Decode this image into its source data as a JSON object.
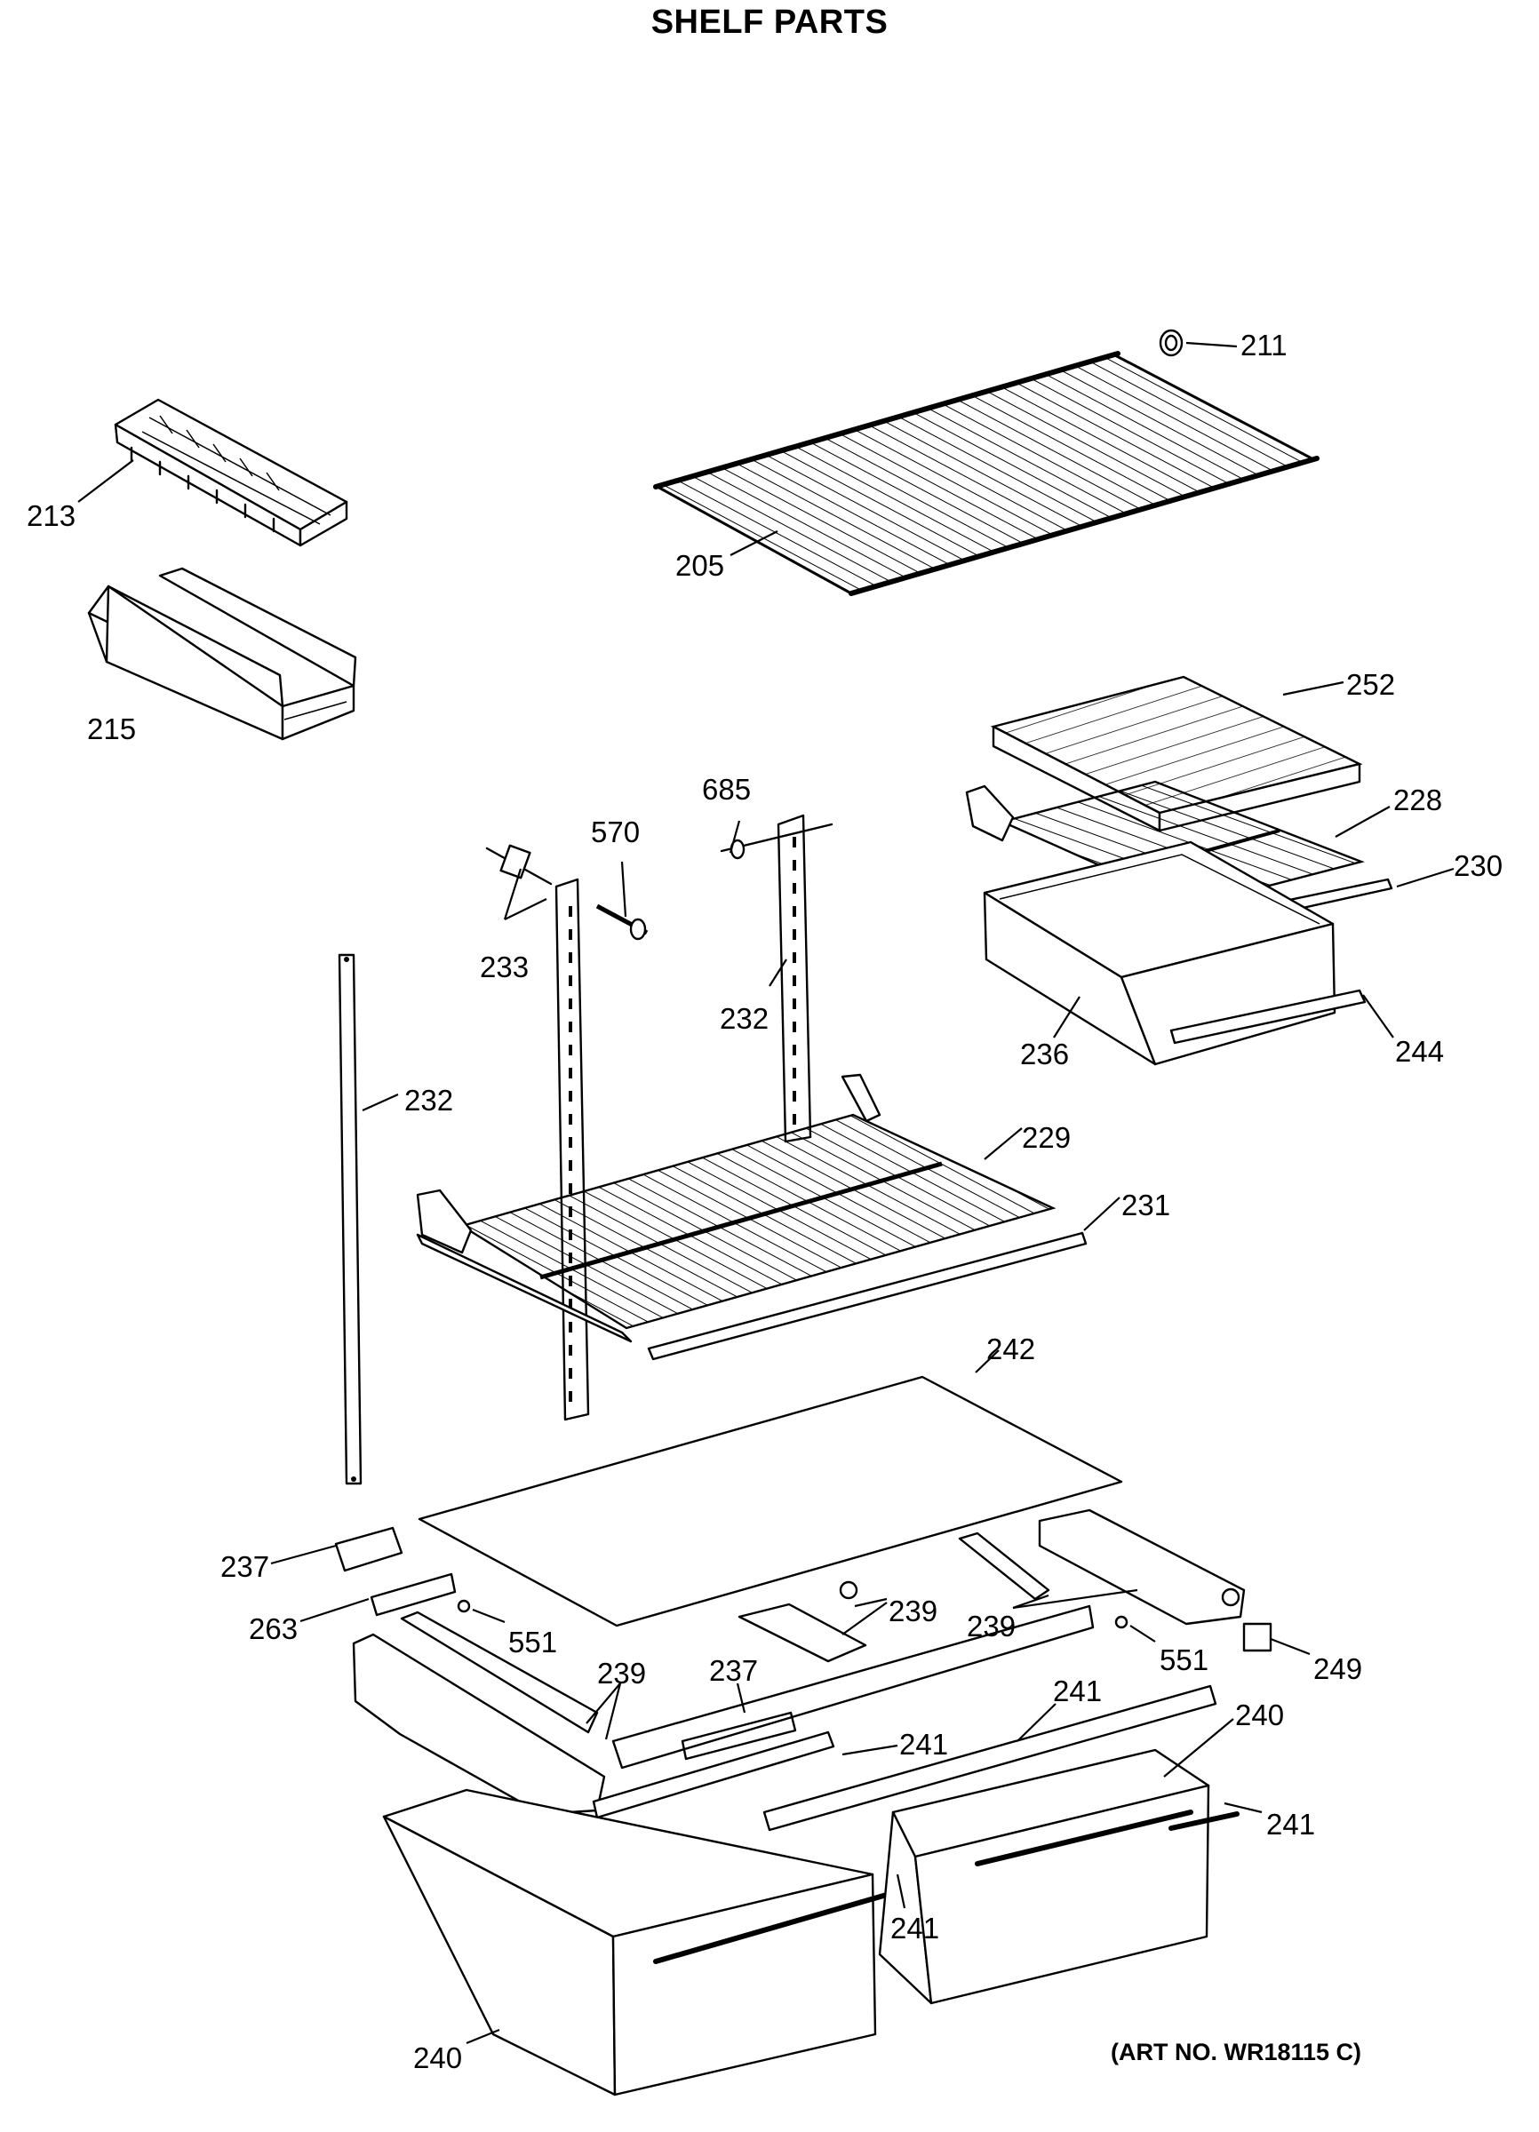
{
  "title": "SHELF PARTS",
  "art_no": "(ART NO. WR18115 C)",
  "callouts": [
    {
      "id": "c211",
      "label": "211"
    },
    {
      "id": "c213",
      "label": "213"
    },
    {
      "id": "c205",
      "label": "205"
    },
    {
      "id": "c215",
      "label": "215"
    },
    {
      "id": "c252",
      "label": "252"
    },
    {
      "id": "c685",
      "label": "685"
    },
    {
      "id": "c570",
      "label": "570"
    },
    {
      "id": "c228",
      "label": "228"
    },
    {
      "id": "c230",
      "label": "230"
    },
    {
      "id": "c233",
      "label": "233"
    },
    {
      "id": "c232a",
      "label": "232"
    },
    {
      "id": "c244",
      "label": "244"
    },
    {
      "id": "c236",
      "label": "236"
    },
    {
      "id": "c232b",
      "label": "232"
    },
    {
      "id": "c229",
      "label": "229"
    },
    {
      "id": "c231",
      "label": "231"
    },
    {
      "id": "c242",
      "label": "242"
    },
    {
      "id": "c237a",
      "label": "237"
    },
    {
      "id": "c239a",
      "label": "239"
    },
    {
      "id": "c239b",
      "label": "239"
    },
    {
      "id": "c263",
      "label": "263"
    },
    {
      "id": "c551a",
      "label": "551"
    },
    {
      "id": "c551b",
      "label": "551"
    },
    {
      "id": "c249",
      "label": "249"
    },
    {
      "id": "c239c",
      "label": "239"
    },
    {
      "id": "c237b",
      "label": "237"
    },
    {
      "id": "c241a",
      "label": "241"
    },
    {
      "id": "c240a",
      "label": "240"
    },
    {
      "id": "c241b",
      "label": "241"
    },
    {
      "id": "c241c",
      "label": "241"
    },
    {
      "id": "c241d",
      "label": "241"
    },
    {
      "id": "c240b",
      "label": "240"
    }
  ]
}
